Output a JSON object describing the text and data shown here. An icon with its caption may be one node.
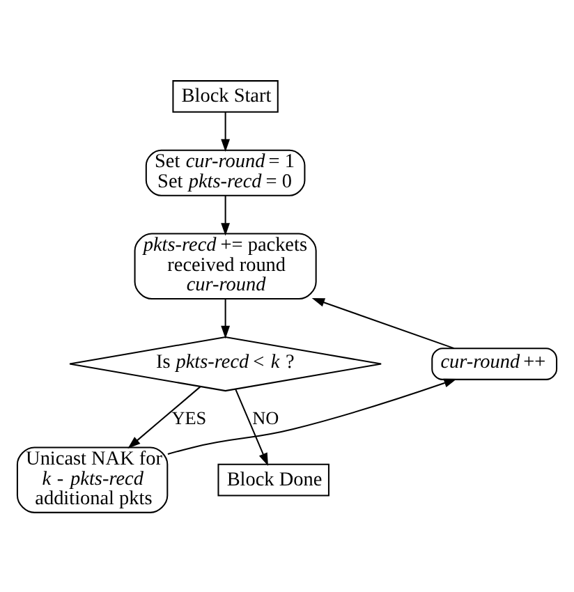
{
  "diagram": {
    "nodes": [
      {
        "text": [
          "Block Start"
        ]
      },
      {
        "text": [
          "Set *cur-round* = 1",
          "Set *pkts-recd* = 0"
        ]
      },
      {
        "text": [
          "*pkts-recd* += packets received round *cur-round*"
        ]
      },
      {
        "text": [
          "Is *pkts-recd* < *k* ?"
        ]
      },
      {
        "text": [
          "*cur-round* ++"
        ]
      },
      {
        "text": [
          "Unicast NAK for *k* - *pkts-recd* additional pkts"
        ]
      },
      {
        "text": [
          "Block Done"
        ]
      }
    ],
    "edges": [
      {
        "from": 0,
        "to": 1,
        "arrow": "to"
      },
      {
        "from": 1,
        "to": 2,
        "arrow": "to"
      },
      {
        "from": 2,
        "to": 3,
        "arrow": "to"
      },
      {
        "from": 3,
        "to": 5,
        "arrow": "to",
        "label": "YES"
      },
      {
        "from": 3,
        "to": 6,
        "arrow": "to",
        "label": "NO"
      },
      {
        "from": 5,
        "to": 4,
        "arrow": "to"
      },
      {
        "from": 4,
        "to": 2,
        "arrow": "to"
      }
    ]
  }
}
